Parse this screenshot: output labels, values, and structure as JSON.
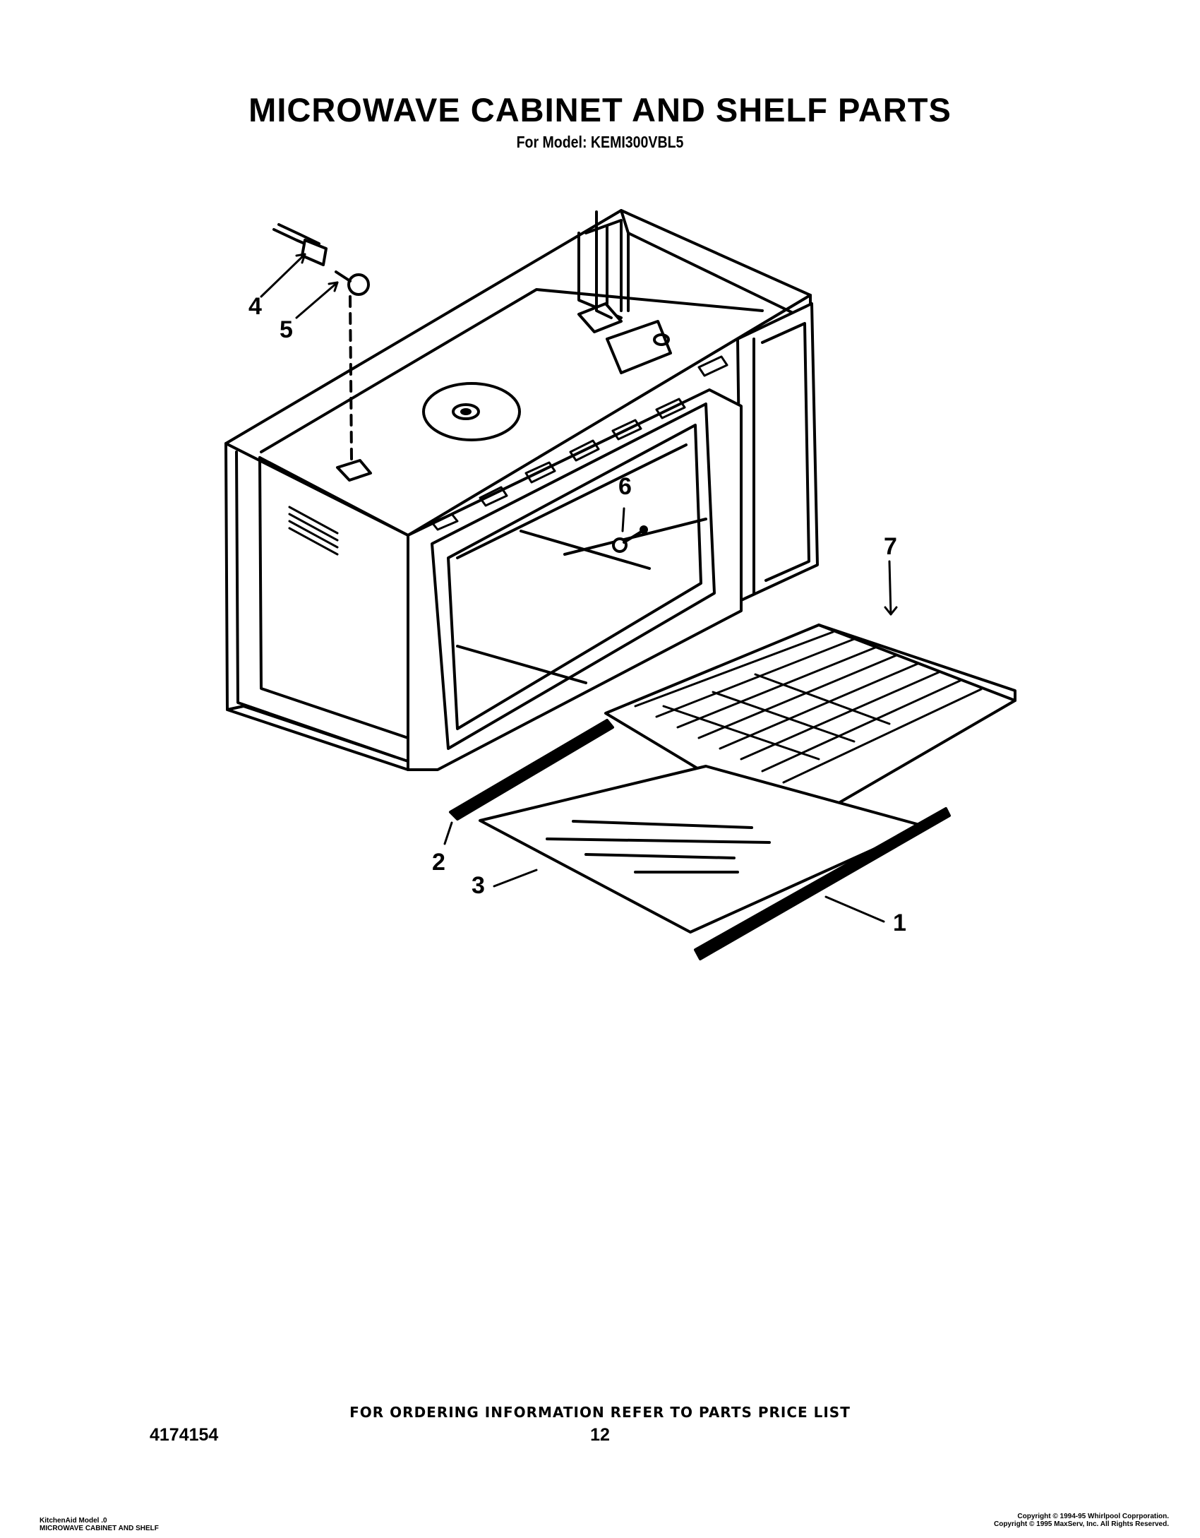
{
  "header": {
    "title": "MICROWAVE CABINET AND SHELF PARTS",
    "model_line": "For Model: KEMI300VBL5"
  },
  "diagram": {
    "callouts": [
      "1",
      "2",
      "3",
      "4",
      "5",
      "6",
      "7"
    ]
  },
  "footer": {
    "ordering_note": "FOR ORDERING INFORMATION REFER TO PARTS PRICE LIST",
    "document_number": "4174154",
    "page_number": "12",
    "left_line_1": "KitchenAid Model .0",
    "left_line_2": "MICROWAVE CABINET AND SHELF",
    "right_line_1": "Copyright © 1994-95 Whirlpool Coprporation.",
    "right_line_2": "Copyright © 1995 MaxServ, Inc.  All Rights Reserved."
  }
}
